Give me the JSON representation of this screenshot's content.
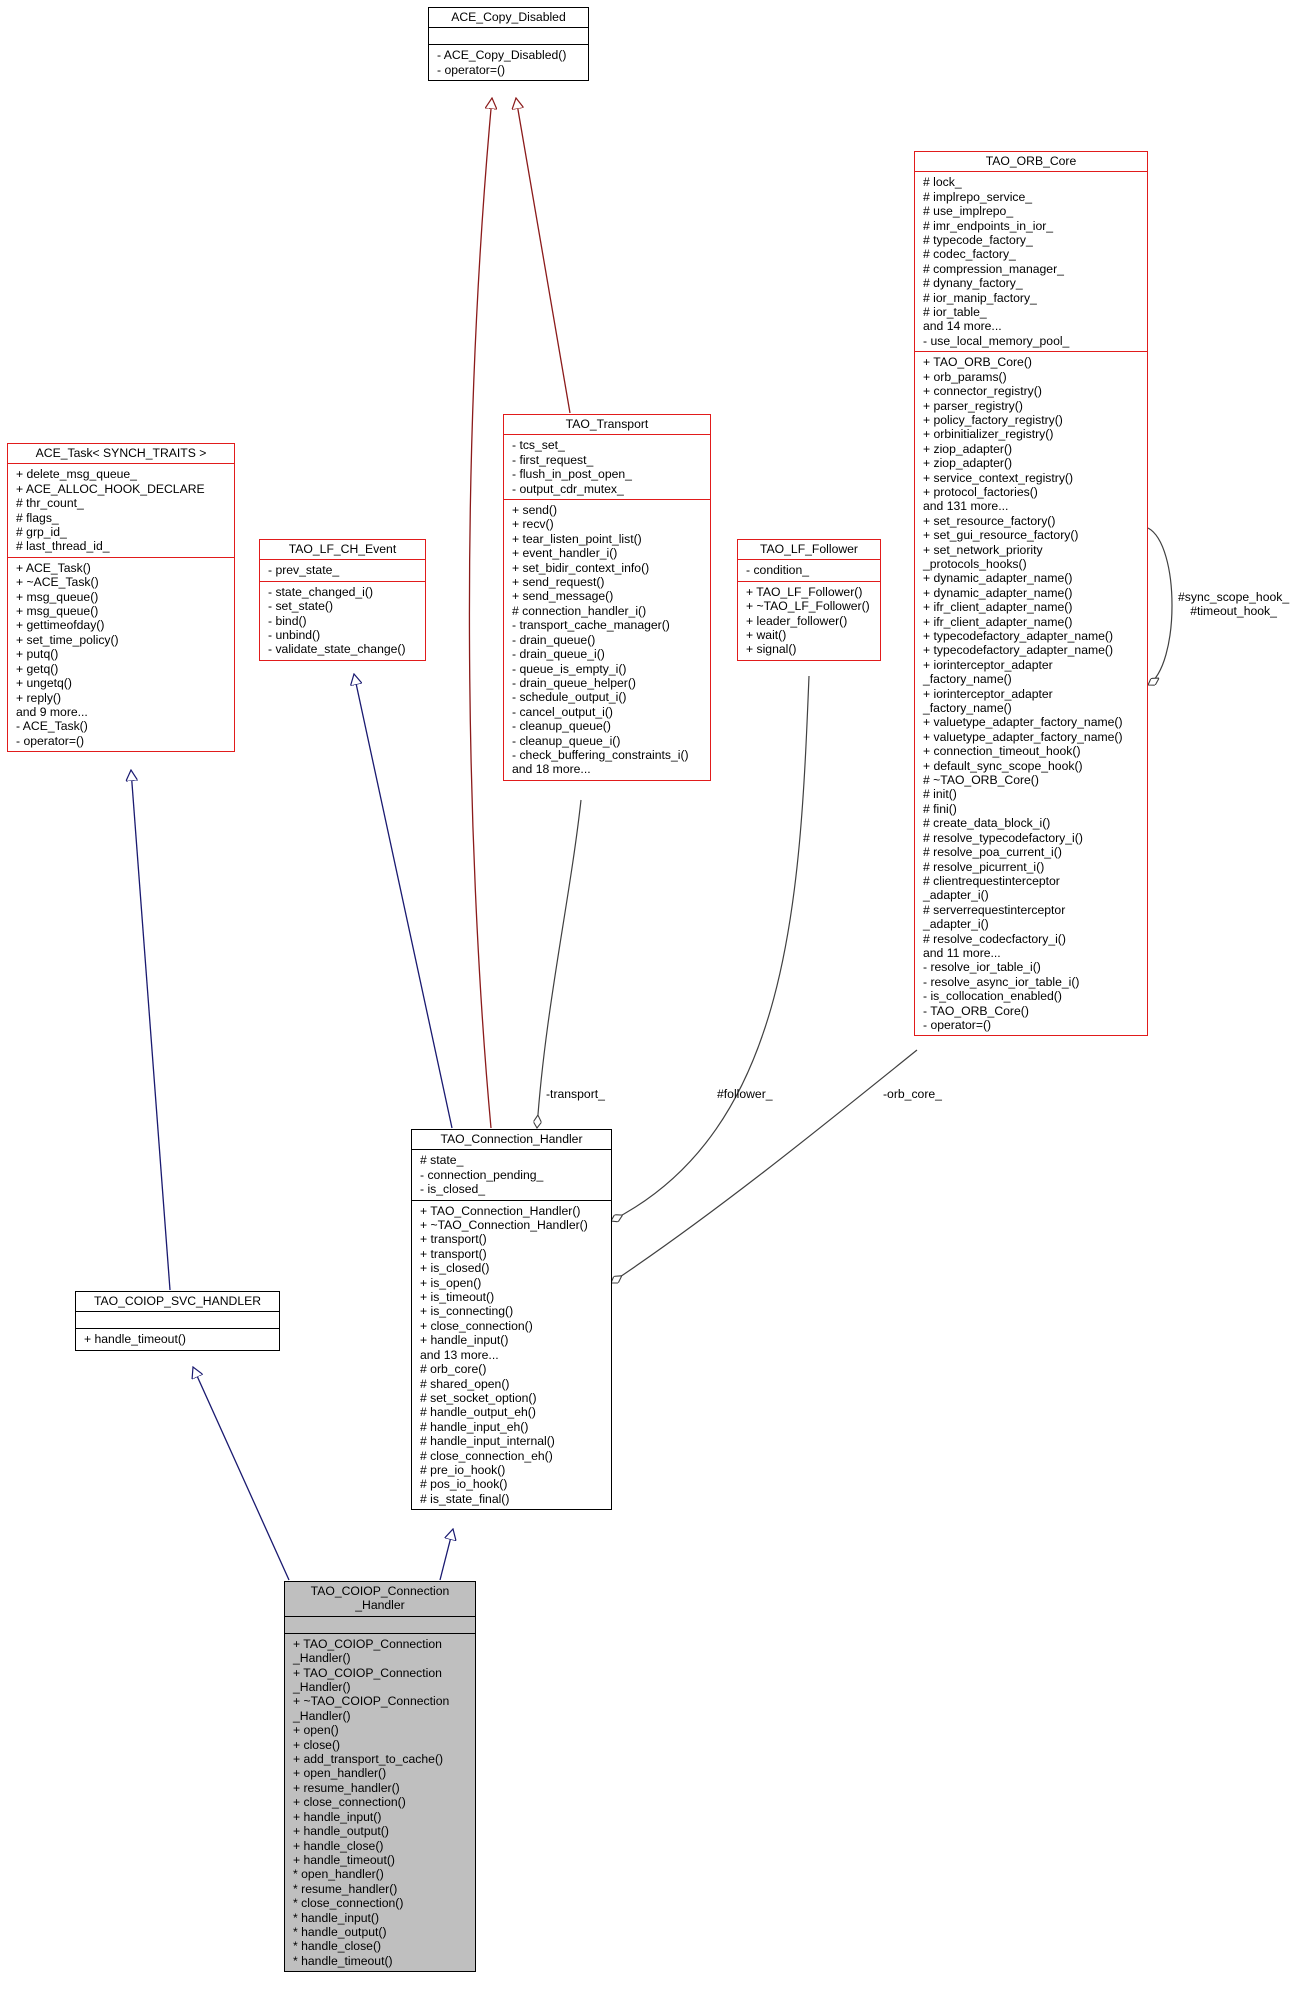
{
  "classes": {
    "copy_disabled": {
      "title": "ACE_Copy_Disabled",
      "attributes": [],
      "methods": [
        "- ACE_Copy_Disabled()",
        "- operator=()"
      ]
    },
    "orb_core": {
      "title": "TAO_ORB_Core",
      "attributes": [
        "# lock_",
        "# implrepo_service_",
        "# use_implrepo_",
        "# imr_endpoints_in_ior_",
        "# typecode_factory_",
        "# codec_factory_",
        "# compression_manager_",
        "# dynany_factory_",
        "# ior_manip_factory_",
        "# ior_table_",
        "and 14 more...",
        "- use_local_memory_pool_"
      ],
      "methods": [
        "+ TAO_ORB_Core()",
        "+ orb_params()",
        "+ connector_registry()",
        "+ parser_registry()",
        "+ policy_factory_registry()",
        "+ orbinitializer_registry()",
        "+ ziop_adapter()",
        "+ ziop_adapter()",
        "+ service_context_registry()",
        "+ protocol_factories()",
        "and 131 more...",
        "+ set_resource_factory()",
        "+ set_gui_resource_factory()",
        "+ set_network_priority\n_protocols_hooks()",
        "+ dynamic_adapter_name()",
        "+ dynamic_adapter_name()",
        "+ ifr_client_adapter_name()",
        "+ ifr_client_adapter_name()",
        "+ typecodefactory_adapter_name()",
        "+ typecodefactory_adapter_name()",
        "+ iorinterceptor_adapter\n_factory_name()",
        "+ iorinterceptor_adapter\n_factory_name()",
        "+ valuetype_adapter_factory_name()",
        "+ valuetype_adapter_factory_name()",
        "+ connection_timeout_hook()",
        "+ default_sync_scope_hook()",
        "# ~TAO_ORB_Core()",
        "# init()",
        "# fini()",
        "# create_data_block_i()",
        "# resolve_typecodefactory_i()",
        "# resolve_poa_current_i()",
        "# resolve_picurrent_i()",
        "# clientrequestinterceptor\n_adapter_i()",
        "# serverrequestinterceptor\n_adapter_i()",
        "# resolve_codecfactory_i()",
        "and 11 more...",
        "- resolve_ior_table_i()",
        "- resolve_async_ior_table_i()",
        "- is_collocation_enabled()",
        "- TAO_ORB_Core()",
        "- operator=()"
      ]
    },
    "ace_task": {
      "title": "ACE_Task< SYNCH_TRAITS >",
      "attributes": [
        "+ delete_msg_queue_",
        "+ ACE_ALLOC_HOOK_DECLARE",
        "# thr_count_",
        "# flags_",
        "# grp_id_",
        "# last_thread_id_"
      ],
      "methods": [
        "+ ACE_Task()",
        "+ ~ACE_Task()",
        "+ msg_queue()",
        "+ msg_queue()",
        "+ gettimeofday()",
        "+ set_time_policy()",
        "+ putq()",
        "+ getq()",
        "+ ungetq()",
        "+ reply()",
        "and 9 more...",
        "- ACE_Task()",
        "- operator=()"
      ]
    },
    "lf_ch_event": {
      "title": "TAO_LF_CH_Event",
      "attributes": [
        "- prev_state_"
      ],
      "methods": [
        "- state_changed_i()",
        "- set_state()",
        "- bind()",
        "- unbind()",
        "- validate_state_change()"
      ]
    },
    "transport": {
      "title": "TAO_Transport",
      "attributes": [
        "- tcs_set_",
        "- first_request_",
        "- flush_in_post_open_",
        "- output_cdr_mutex_"
      ],
      "methods": [
        "+ send()",
        "+ recv()",
        "+ tear_listen_point_list()",
        "+ event_handler_i()",
        "+ set_bidir_context_info()",
        "+ send_request()",
        "+ send_message()",
        "# connection_handler_i()",
        "- transport_cache_manager()",
        "- drain_queue()",
        "- drain_queue_i()",
        "- queue_is_empty_i()",
        "- drain_queue_helper()",
        "- schedule_output_i()",
        "- cancel_output_i()",
        "- cleanup_queue()",
        "- cleanup_queue_i()",
        "- check_buffering_constraints_i()",
        "and 18 more..."
      ]
    },
    "lf_follower": {
      "title": "TAO_LF_Follower",
      "attributes": [
        "- condition_"
      ],
      "methods": [
        "+ TAO_LF_Follower()",
        "+ ~TAO_LF_Follower()",
        "+ leader_follower()",
        "+ wait()",
        "+ signal()"
      ]
    },
    "connection_handler": {
      "title": "TAO_Connection_Handler",
      "attributes": [
        "# state_",
        "- connection_pending_",
        "- is_closed_"
      ],
      "methods": [
        "+ TAO_Connection_Handler()",
        "+ ~TAO_Connection_Handler()",
        "+ transport()",
        "+ transport()",
        "+ is_closed()",
        "+ is_open()",
        "+ is_timeout()",
        "+ is_connecting()",
        "+ close_connection()",
        "+ handle_input()",
        "and 13 more...",
        "# orb_core()",
        "# shared_open()",
        "# set_socket_option()",
        "# handle_output_eh()",
        "# handle_input_eh()",
        "# handle_input_internal()",
        "# close_connection_eh()",
        "# pre_io_hook()",
        "# pos_io_hook()",
        "# is_state_final()"
      ]
    },
    "svc_handler": {
      "title": "TAO_COIOP_SVC_HANDLER",
      "attributes": [],
      "methods": [
        "+ handle_timeout()"
      ]
    },
    "coiop_handler": {
      "title": "TAO_COIOP_Connection\n_Handler",
      "attributes": [],
      "methods": [
        "+ TAO_COIOP_Connection\n_Handler()",
        "+ TAO_COIOP_Connection\n_Handler()",
        "+ ~TAO_COIOP_Connection\n_Handler()",
        "+ open()",
        "+ close()",
        "+ add_transport_to_cache()",
        "+ open_handler()",
        "+ resume_handler()",
        "+ close_connection()",
        "+ handle_input()",
        "+ handle_output()",
        "+ handle_close()",
        "+ handle_timeout()",
        "* open_handler()",
        "* resume_handler()",
        "* close_connection()",
        "* handle_input()",
        "* handle_output()",
        "* handle_close()",
        "* handle_timeout()"
      ]
    }
  },
  "edge_labels": {
    "transport": "-transport_",
    "follower": "#follower_",
    "orb_core": "-orb_core_",
    "self": "#sync_scope_hook_\n#timeout_hook_"
  },
  "colors": {
    "blue_edge": "#191970",
    "red_edge": "#8b1a1a",
    "gray_edge": "#404040",
    "red_border": "#e11b1b",
    "focus_fill": "#bfbfbf"
  }
}
